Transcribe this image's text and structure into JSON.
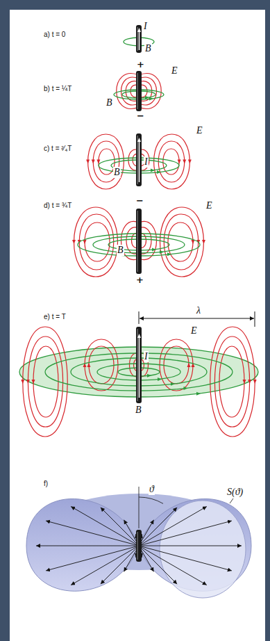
{
  "diagram": {
    "labels": [
      "a) t = 0",
      "I",
      "B",
      "+",
      "b) t = ¼T",
      "E",
      "B",
      "−",
      "c) t = ²⁄₄T",
      "E",
      "I",
      "B",
      "−",
      "d) t = ¾T",
      "E",
      "B",
      "+",
      "λ",
      "e) t = T",
      "E",
      "I",
      "B",
      "f)",
      "ϑ",
      "S(ϑ)"
    ]
  }
}
